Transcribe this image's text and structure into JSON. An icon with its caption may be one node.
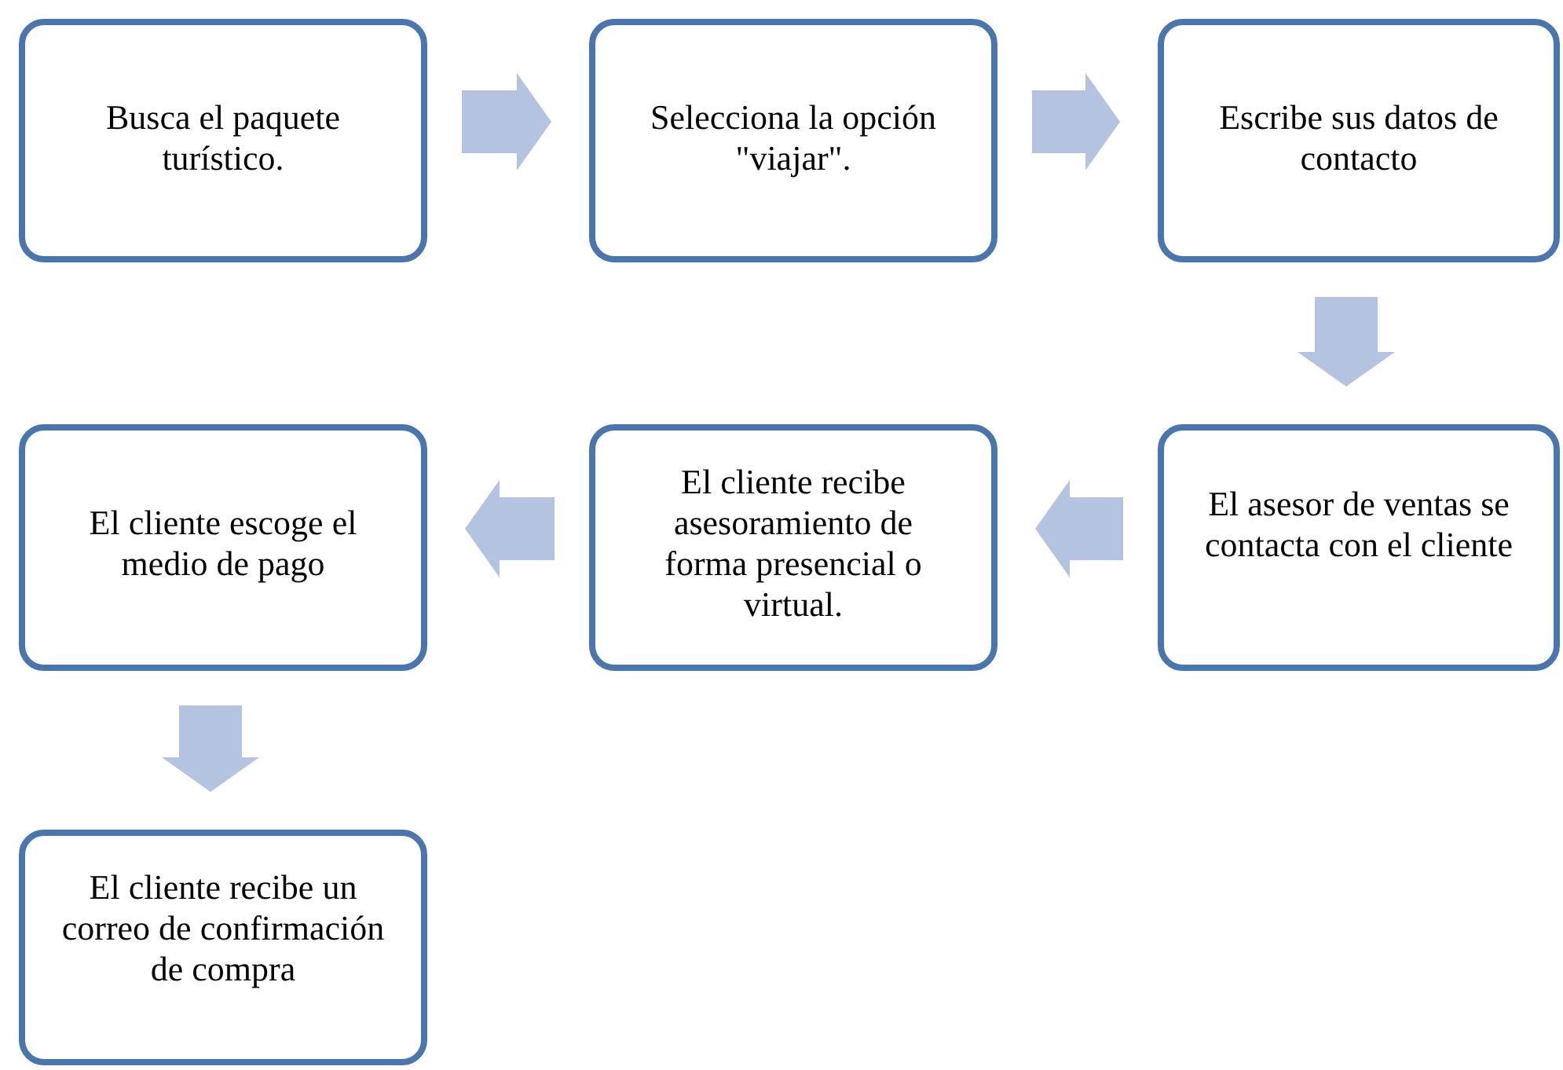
{
  "diagram": {
    "nodes": [
      {
        "text": [
          "Busca el paquete turístico."
        ]
      },
      {
        "text": [
          "Selecciona la opción \"viajar\"."
        ]
      },
      {
        "text": [
          "Escribe sus datos de contacto"
        ]
      },
      {
        "text": [
          "El cliente escoge el medio de pago"
        ]
      },
      {
        "text": [
          "El cliente recibe asesoramiento de forma presencial o virtual."
        ]
      },
      {
        "text": [
          "El asesor de ventas se contacta con el cliente"
        ]
      },
      {
        "text": [
          "El cliente recibe un correo de confirmación de compra"
        ]
      }
    ],
    "edges": [
      {
        "from": 0,
        "to": 1,
        "arrow": "to"
      },
      {
        "from": 1,
        "to": 2,
        "arrow": "to"
      },
      {
        "from": 2,
        "to": 5,
        "arrow": "to"
      },
      {
        "from": 5,
        "to": 4,
        "arrow": "to"
      },
      {
        "from": 4,
        "to": 3,
        "arrow": "to"
      },
      {
        "from": 3,
        "to": 6,
        "arrow": "to"
      }
    ]
  }
}
